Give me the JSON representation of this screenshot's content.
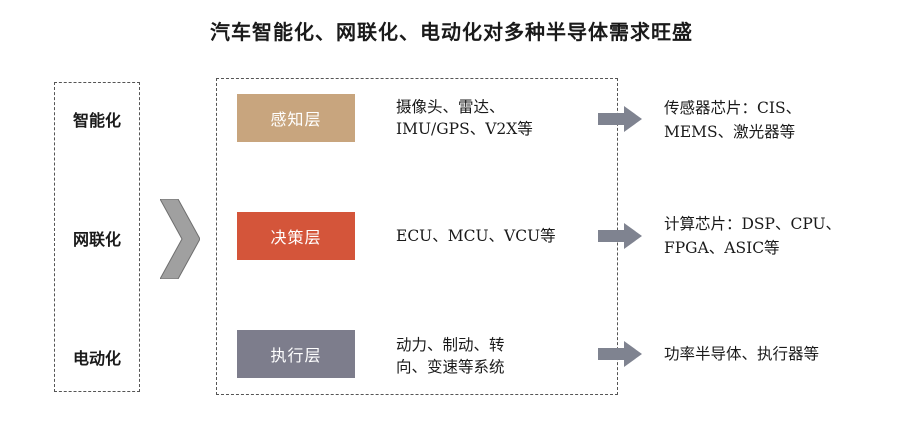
{
  "title": "汽车智能化、网联化、电动化对多种半导体需求旺盛",
  "rows": [
    {
      "trend": "智能化",
      "layer": "感知层",
      "layer_color": "#C8A57E",
      "desc": [
        "摄像头、雷达、",
        "IMU/GPS、V2X等"
      ],
      "result": [
        "传感器芯片：CIS、",
        "MEMS、激光器等"
      ]
    },
    {
      "trend": "网联化",
      "layer": "决策层",
      "layer_color": "#D4553A",
      "desc": [
        "ECU、MCU、VCU等"
      ],
      "result": [
        "计算芯片：DSP、CPU、",
        "FPGA、ASIC等"
      ]
    },
    {
      "trend": "电动化",
      "layer": "执行层",
      "layer_color": "#7D7D8C",
      "desc": [
        "动力、制动、转",
        "向、变速等系统"
      ],
      "result": [
        "功率半导体、执行器等"
      ]
    }
  ],
  "colors": {
    "arrow_fill": "#7F8390",
    "chevron_fill": "#A0A0A0"
  }
}
